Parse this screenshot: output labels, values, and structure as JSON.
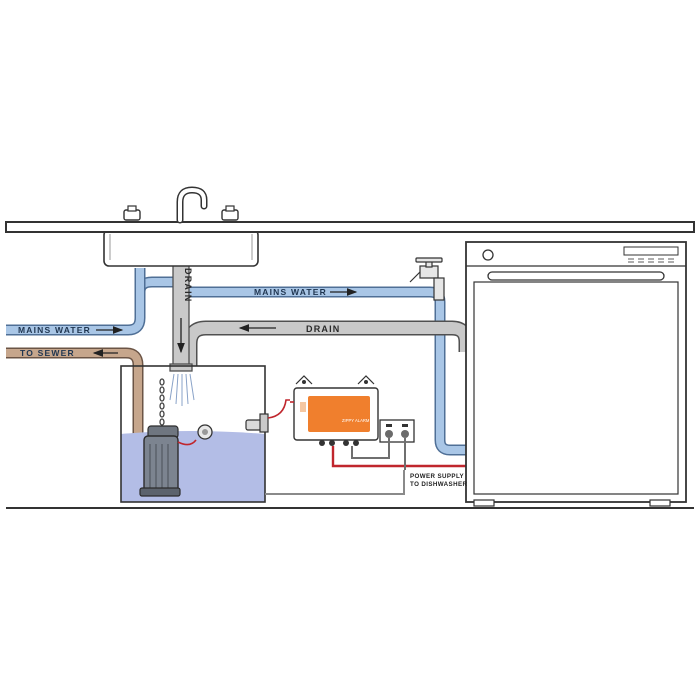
{
  "labels": {
    "mains_water_top": "MAINS WATER",
    "mains_water_left": "MAINS WATER",
    "to_sewer": "TO SEWER",
    "drain_vertical": "DRAIN",
    "drain_horizontal": "DRAIN",
    "power_supply_line1": "POWER SUPPLY",
    "power_supply_line2": "TO DISHWASHER",
    "controller_badge": "ZIPPY ALARM"
  },
  "colors": {
    "water_pipe": "#a9c6e6",
    "water_pipe_edge": "#4f6f96",
    "drain_pipe": "#c9c9c9",
    "drain_pipe_edge": "#505050",
    "sewer_pipe": "#c6a68c",
    "sewer_pipe_edge": "#6b5445",
    "tank_water": "#b3bde6",
    "power_cable": "#c0262d",
    "controller_accent": "#f07f2d"
  }
}
